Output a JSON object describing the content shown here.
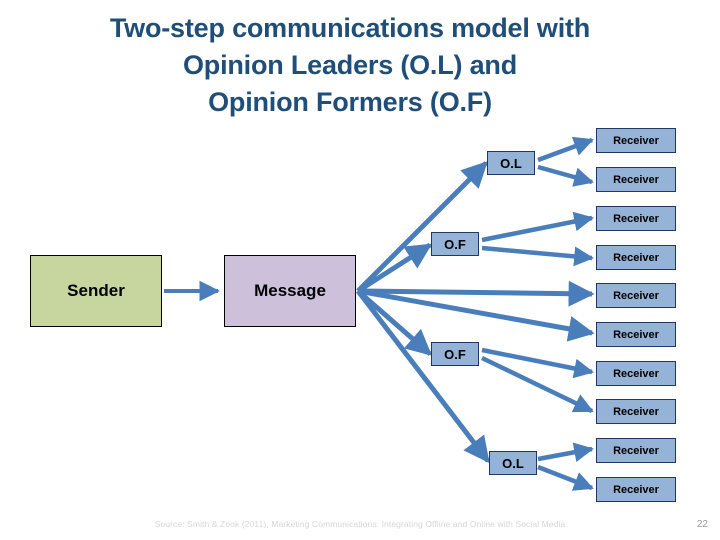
{
  "slide": {
    "title_lines": [
      "Two-step communications model with",
      "Opinion Leaders (O.L) and",
      "Opinion Formers (O.F)"
    ],
    "title_color": "#1f4e79",
    "background": "#ffffff"
  },
  "diagram": {
    "type": "flow-diagram",
    "sender": {
      "label": "Sender",
      "fill": "#c6d69e",
      "border": "#000000"
    },
    "message": {
      "label": "Message",
      "fill": "#ccc0da",
      "border": "#000000"
    },
    "intermediaries": [
      {
        "label": "O.L",
        "fill": "#95b3d7",
        "border": "#1f3864"
      },
      {
        "label": "O.F",
        "fill": "#95b3d7",
        "border": "#1f3864"
      },
      {
        "label": "O.F",
        "fill": "#95b3d7",
        "border": "#1f3864"
      },
      {
        "label": "O.L",
        "fill": "#95b3d7",
        "border": "#1f3864"
      }
    ],
    "receivers": [
      {
        "label": "Receiver"
      },
      {
        "label": "Receiver"
      },
      {
        "label": "Receiver"
      },
      {
        "label": "Receiver"
      },
      {
        "label": "Receiver"
      },
      {
        "label": "Receiver"
      },
      {
        "label": "Receiver"
      },
      {
        "label": "Receiver"
      },
      {
        "label": "Receiver"
      },
      {
        "label": "Receiver"
      }
    ],
    "receiver_fill": "#95b3d7",
    "receiver_border": "#1f3864",
    "arrow_color": "#4a7ebb",
    "flow": [
      {
        "from": "Sender",
        "to": "Message"
      },
      {
        "from": "Message",
        "to": "O.L (top)"
      },
      {
        "from": "Message",
        "to": "O.F (upper)"
      },
      {
        "from": "Message",
        "to": "Receiver 5"
      },
      {
        "from": "Message",
        "to": "Receiver 6"
      },
      {
        "from": "Message",
        "to": "O.F (lower)"
      },
      {
        "from": "Message",
        "to": "O.L (bottom)"
      },
      {
        "from": "O.L (top)",
        "to": "Receiver 1"
      },
      {
        "from": "O.L (top)",
        "to": "Receiver 2"
      },
      {
        "from": "O.F (upper)",
        "to": "Receiver 3"
      },
      {
        "from": "O.F (upper)",
        "to": "Receiver 4"
      },
      {
        "from": "O.F (lower)",
        "to": "Receiver 7"
      },
      {
        "from": "O.F (lower)",
        "to": "Receiver 8"
      },
      {
        "from": "O.L (bottom)",
        "to": "Receiver 9"
      },
      {
        "from": "O.L (bottom)",
        "to": "Receiver 10"
      }
    ]
  },
  "footer": {
    "source": "Source: Smith & Zook (2011), Marketing Communications: Integrating Offline and Online with Social Media",
    "page_number": "22"
  }
}
